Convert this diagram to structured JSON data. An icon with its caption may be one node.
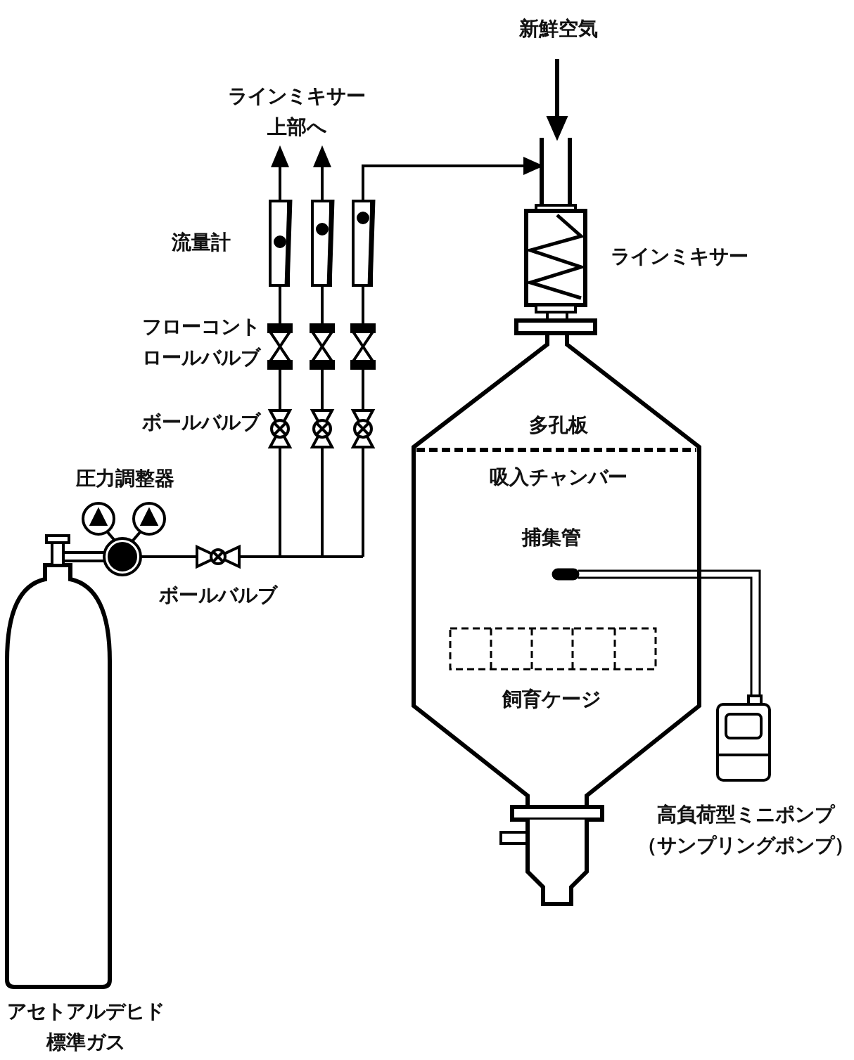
{
  "diagram": {
    "labels": [
      "新鮮空気",
      "ラインミキサー上部へ",
      "ラインミキサー",
      "流量計",
      "フローコントロールバルブ",
      "ボールバルブ",
      "多孔板",
      "吸入チャンバー",
      "圧力調整器",
      "捕集管",
      "ボールバルブ",
      "飼育ケージ",
      "高負荷型ミニポンプ",
      "（サンプリングポンプ）",
      "アセトアルデヒド標準ガス"
    ]
  }
}
